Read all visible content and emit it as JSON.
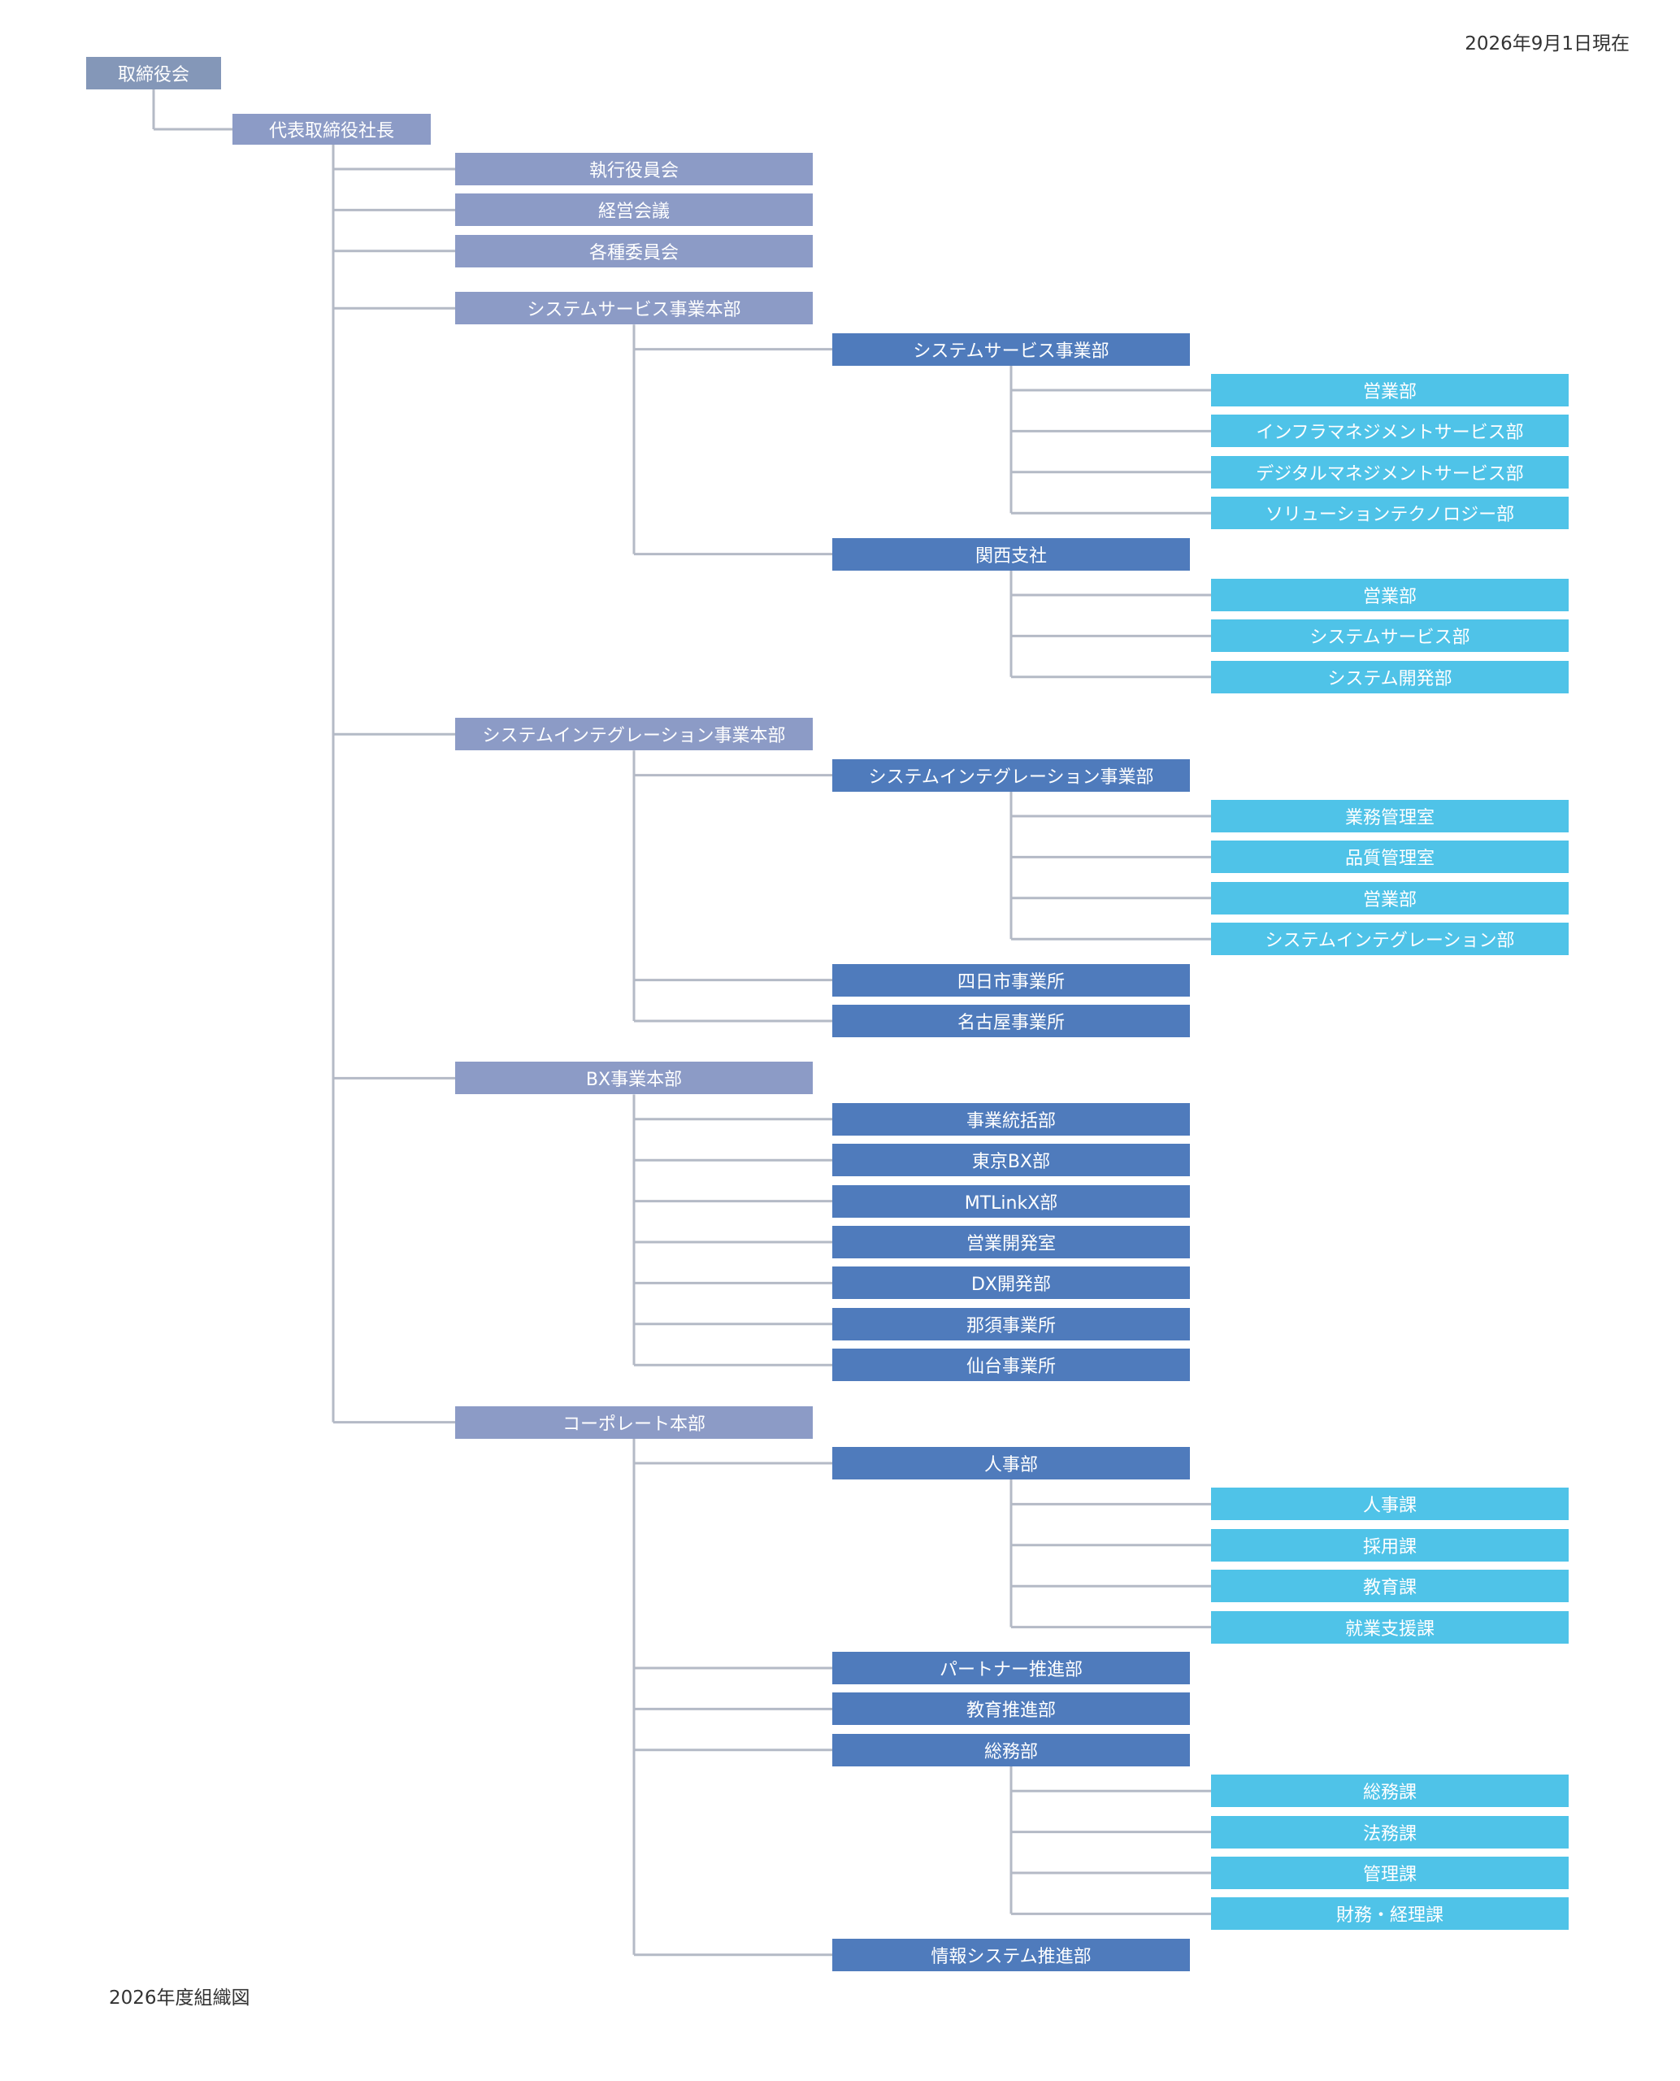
{
  "date_label": "2026年9月1日現在",
  "footer_label": "2026年度組織図",
  "colors": {
    "board": "#8497b8",
    "division": "#8c9bc6",
    "department": "#4f7bbc",
    "section": "#4fc3e8",
    "connector": "#b4bac6"
  },
  "org": {
    "board": "取締役会",
    "president": "代表取締役社長",
    "committees": [
      "執行役員会",
      "経営会議",
      "各種委員会"
    ],
    "divisions": [
      {
        "name": "システムサービス事業本部",
        "departments": [
          {
            "name": "システムサービス事業部",
            "sections": [
              "営業部",
              "インフラマネジメントサービス部",
              "デジタルマネジメントサービス部",
              "ソリューションテクノロジー部"
            ]
          },
          {
            "name": "関西支社",
            "sections": [
              "営業部",
              "システムサービス部",
              "システム開発部"
            ]
          }
        ]
      },
      {
        "name": "システムインテグレーション事業本部",
        "departments": [
          {
            "name": "システムインテグレーション事業部",
            "sections": [
              "業務管理室",
              "品質管理室",
              "営業部",
              "システムインテグレーション部"
            ]
          },
          {
            "name": "四日市事業所",
            "sections": []
          },
          {
            "name": "名古屋事業所",
            "sections": []
          }
        ]
      },
      {
        "name": "BX事業本部",
        "departments": [
          {
            "name": "事業統括部",
            "sections": []
          },
          {
            "name": "東京BX部",
            "sections": []
          },
          {
            "name": "MTLinkX部",
            "sections": []
          },
          {
            "name": "営業開発室",
            "sections": []
          },
          {
            "name": "DX開発部",
            "sections": []
          },
          {
            "name": "那須事業所",
            "sections": []
          },
          {
            "name": "仙台事業所",
            "sections": []
          }
        ]
      },
      {
        "name": "コーポレート本部",
        "departments": [
          {
            "name": "人事部",
            "sections": [
              "人事課",
              "採用課",
              "教育課",
              "就業支援課"
            ]
          },
          {
            "name": "パートナー推進部",
            "sections": []
          },
          {
            "name": "教育推進部",
            "sections": []
          },
          {
            "name": "総務部",
            "sections": [
              "総務課",
              "法務課",
              "管理課",
              "財務・経理課"
            ]
          },
          {
            "name": "情報システム推進部",
            "sections": []
          }
        ]
      }
    ]
  }
}
